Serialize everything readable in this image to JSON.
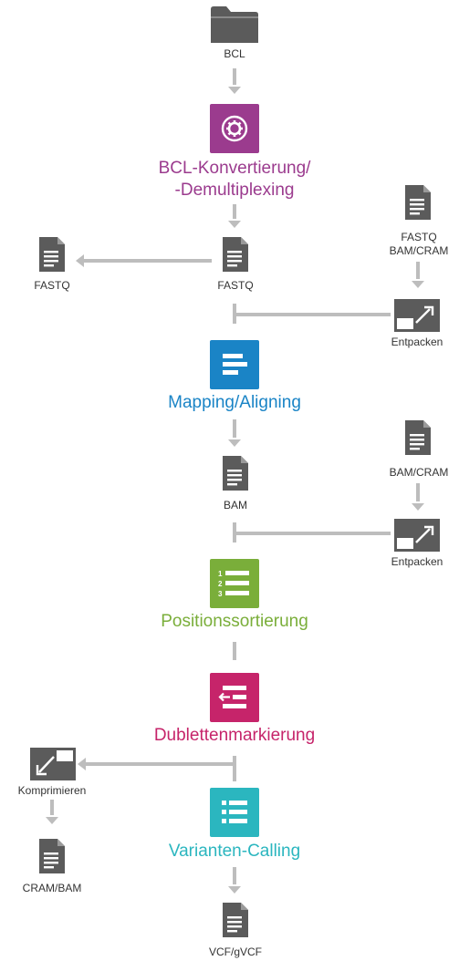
{
  "colors": {
    "gray": "#5b5b5b",
    "arrow": "#bdbdbd",
    "purple": "#9b3b8e",
    "blue": "#1a84c6",
    "green": "#7aae3a",
    "magenta": "#c6246a",
    "teal": "#2bb6bf"
  },
  "inputs": {
    "bcl": "BCL"
  },
  "steps": {
    "bcl_convert": {
      "line1": "BCL-Konvertierung/",
      "line2": "-Demultiplexing",
      "icon": "gear-cycle-icon"
    },
    "mapping": {
      "label": "Mapping/Aligning",
      "icon": "align-bars-icon"
    },
    "sorting": {
      "label": "Positionssortierung",
      "icon": "numbered-list-icon"
    },
    "dedup": {
      "label": "Dublettenmarkierung",
      "icon": "dedup-arrow-icon"
    },
    "variant": {
      "label": "Varianten-Calling",
      "icon": "bullet-list-icon"
    }
  },
  "files": {
    "fastq_left": "FASTQ",
    "fastq_center": "FASTQ",
    "fastq_bam_cram_line1": "FASTQ",
    "fastq_bam_cram_line2": "BAM/CRAM",
    "bam": "BAM",
    "bam_cram_right": "BAM/CRAM",
    "cram_bam": "CRAM/BAM",
    "vcf": "VCF/gVCF"
  },
  "actions": {
    "unpack_1": "Entpacken",
    "unpack_2": "Entpacken",
    "compress": "Komprimieren"
  }
}
